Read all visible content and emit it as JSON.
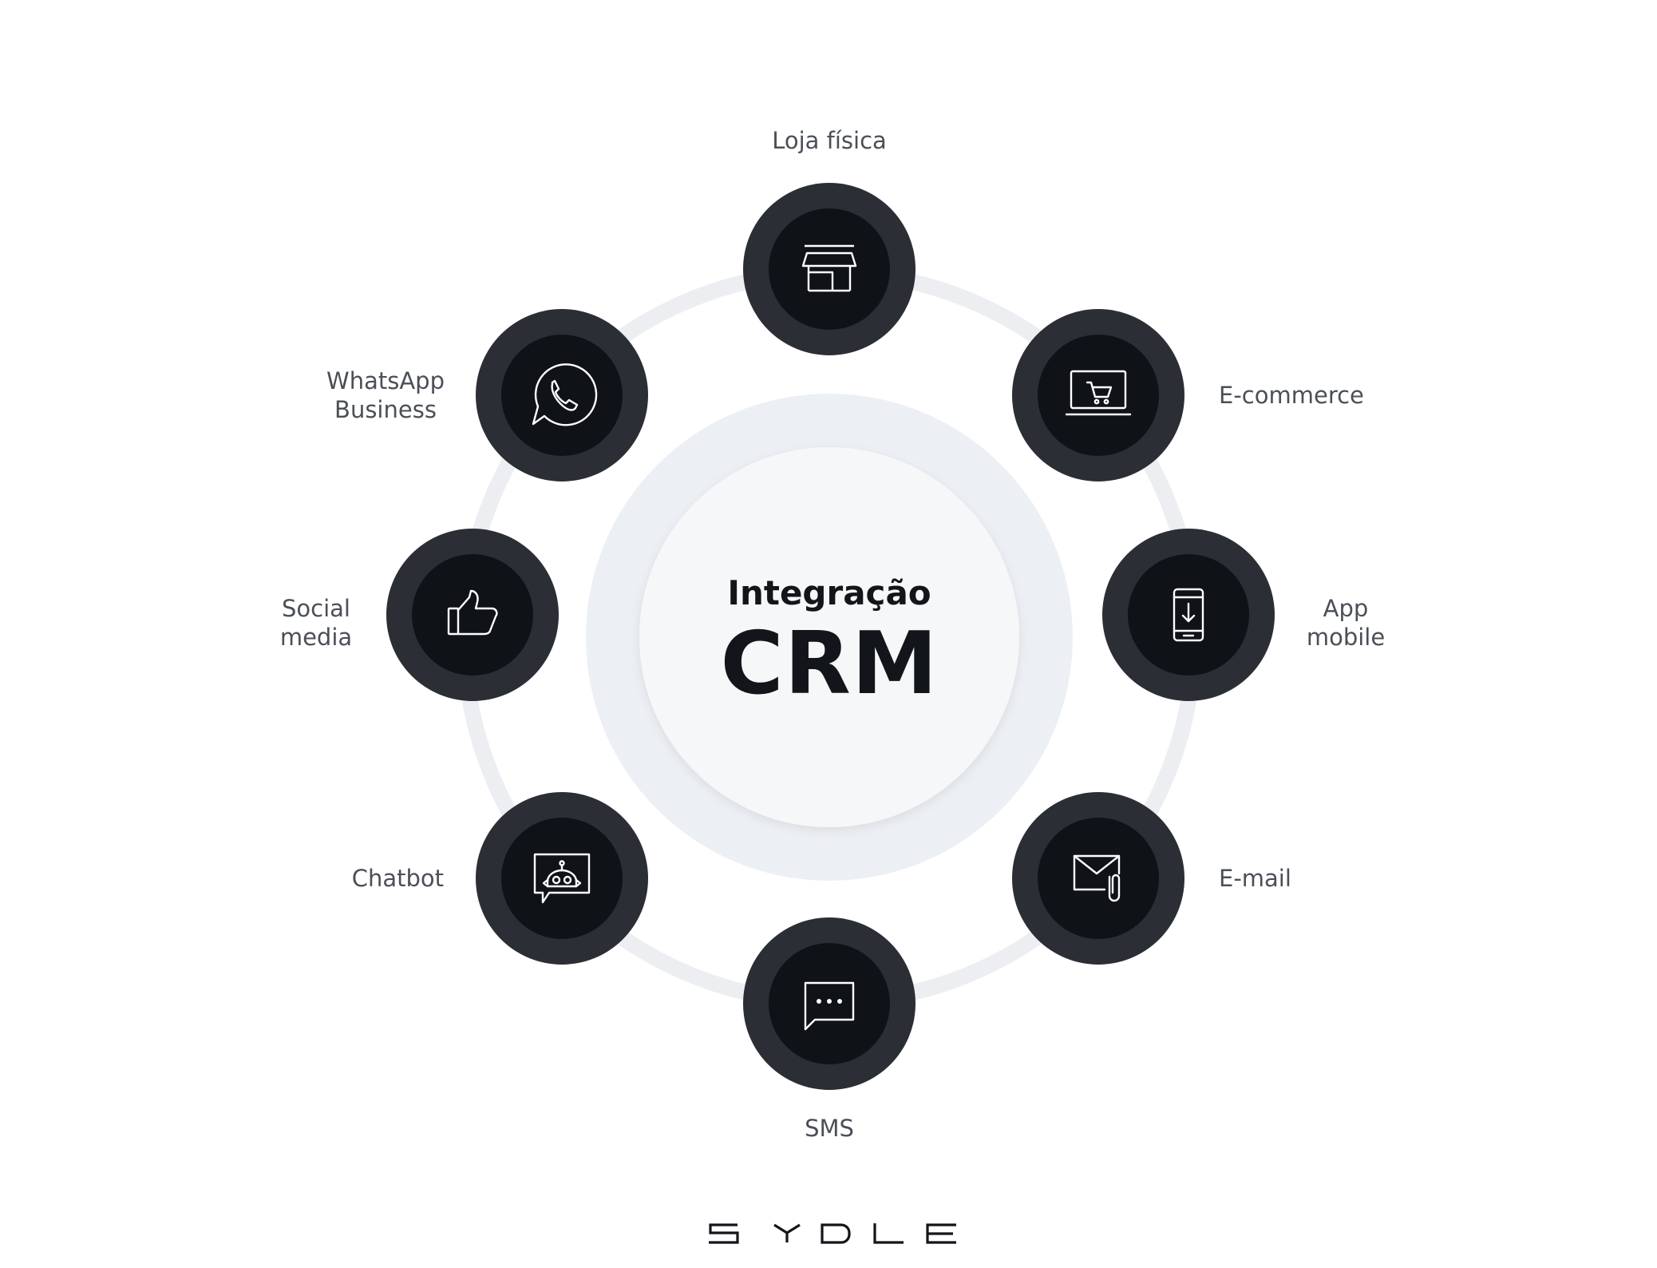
{
  "center": {
    "title_small": "Integração",
    "title_large": "CRM"
  },
  "channels": [
    {
      "id": "loja-fisica",
      "lines": [
        "Loja física"
      ],
      "icon": "storefront-icon"
    },
    {
      "id": "e-commerce",
      "lines": [
        "E-commerce"
      ],
      "icon": "laptop-cart-icon"
    },
    {
      "id": "app-mobile",
      "lines": [
        "App",
        "mobile"
      ],
      "icon": "smartphone-download-icon"
    },
    {
      "id": "e-mail",
      "lines": [
        "E-mail"
      ],
      "icon": "envelope-attachment-icon"
    },
    {
      "id": "sms",
      "lines": [
        "SMS"
      ],
      "icon": "chat-bubble-dots-icon"
    },
    {
      "id": "chatbot",
      "lines": [
        "Chatbot"
      ],
      "icon": "robot-chat-icon"
    },
    {
      "id": "social-media",
      "lines": [
        "Social",
        "media"
      ],
      "icon": "thumbs-up-icon"
    },
    {
      "id": "whatsapp-business",
      "lines": [
        "WhatsApp",
        "Business"
      ],
      "icon": "whatsapp-icon"
    }
  ],
  "brand": {
    "logo_text": "SYDLE"
  },
  "colors": {
    "node_outer": "#2b2e35",
    "node_inner": "#0f1217",
    "icon_stroke": "#ffffff",
    "ring": "#eceef2",
    "center_inner": "#f6f7f9",
    "label_text": "#4b4f57",
    "title_text": "#12151a"
  }
}
